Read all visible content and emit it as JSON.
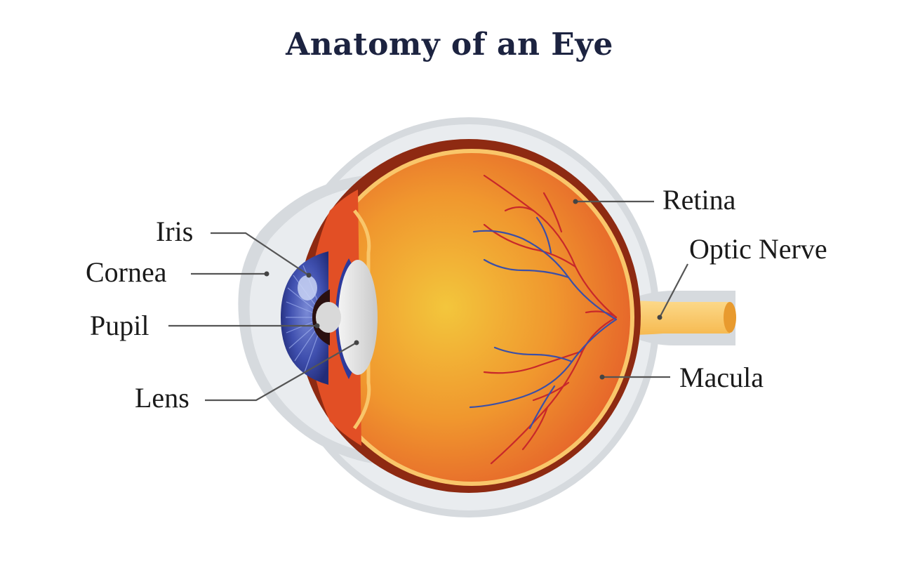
{
  "title": "Anatomy of an Eye",
  "labels": {
    "iris": "Iris",
    "cornea": "Cornea",
    "pupil": "Pupil",
    "lens": "Lens",
    "retina": "Retina",
    "optic_nerve": "Optic Nerve",
    "macula": "Macula"
  },
  "colors": {
    "title": "#1c2340",
    "sclera": "#e6e9ec",
    "choroid": "#8e2a12",
    "retina_layer": "#f9c66a",
    "vitreous_center": "#f3c43a",
    "vitreous_edge": "#e8642a",
    "iris": "#3d4ea8",
    "vessel_artery": "#c8282a",
    "vessel_vein": "#3b4fa8",
    "optic_nerve": "#fbc766"
  }
}
